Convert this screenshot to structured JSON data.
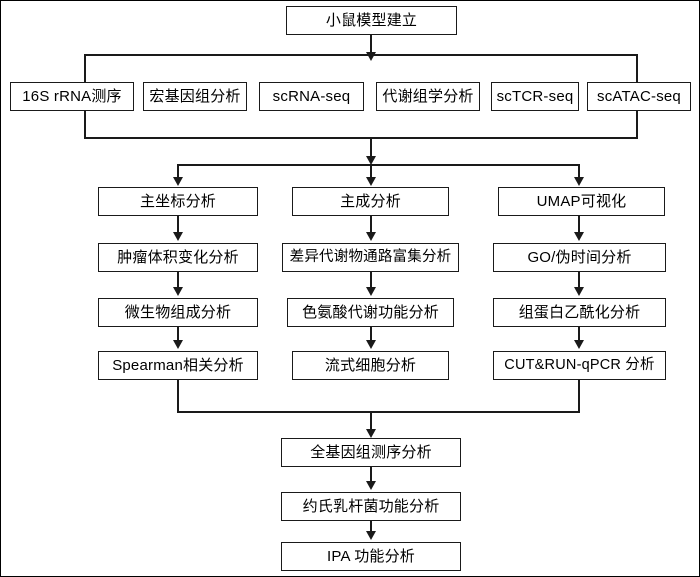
{
  "diagram": {
    "title_node": {
      "label": "小鼠模型建立"
    },
    "assays_row": [
      {
        "label": "16S rRNA测序"
      },
      {
        "label": "宏基因组分析"
      },
      {
        "label": "scRNA-seq"
      },
      {
        "label": "代谢组学分析"
      },
      {
        "label": "scTCR-seq"
      },
      {
        "label": "scATAC-seq"
      }
    ],
    "branches": [
      {
        "name": "microbiome-branch",
        "steps": [
          {
            "label": "主坐标分析"
          },
          {
            "label": "肿瘤体积变化分析"
          },
          {
            "label": "微生物组成分析"
          },
          {
            "label": "Spearman相关分析"
          }
        ]
      },
      {
        "name": "metabolome-branch",
        "steps": [
          {
            "label": "主成分析"
          },
          {
            "label": "差异代谢物通路富集分析"
          },
          {
            "label": "色氨酸代谢功能分析"
          },
          {
            "label": "流式细胞分析"
          }
        ]
      },
      {
        "name": "single-cell-branch",
        "steps": [
          {
            "label": "UMAP可视化"
          },
          {
            "label": "GO/伪时间分析"
          },
          {
            "label": "组蛋白乙酰化分析"
          },
          {
            "label": "CUT&RUN-qPCR 分析"
          }
        ]
      }
    ],
    "tail_steps": [
      {
        "label": "全基因组测序分析"
      },
      {
        "label": "约氏乳杆菌功能分析"
      },
      {
        "label": "IPA 功能分析"
      }
    ],
    "colors": {
      "stroke": "#1a1a1a",
      "fill": "#ffffff",
      "text": "#000000"
    }
  }
}
